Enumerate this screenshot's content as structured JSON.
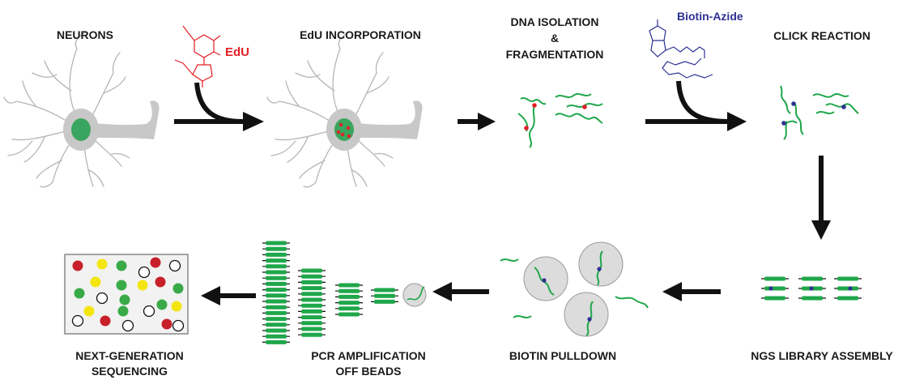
{
  "steps": {
    "neurons": "NEURONS",
    "edu_incorporation": "EdU INCORPORATION",
    "dna_isolation_1": "DNA ISOLATION",
    "dna_isolation_2": "&",
    "dna_isolation_3": "FRAGMENTATION",
    "click_reaction": "CLICK REACTION",
    "ngs_library": "NGS LIBRARY ASSEMBLY",
    "biotin_pulldown": "BIOTIN PULLDOWN",
    "pcr_1": "PCR AMPLIFICATION",
    "pcr_2": "OFF BEADS",
    "ngs_1": "NEXT-GENERATION",
    "ngs_2": "SEQUENCING"
  },
  "reagents": {
    "edu": "EdU",
    "biotin_azide": "Biotin-Azide"
  },
  "colors": {
    "dna_strand": "#1fa74a",
    "edu_mark": "#e31e24",
    "biotin_mark": "#2e3192",
    "neuron": "#c8c8c8",
    "nucleus": "#3aa55e",
    "arrow": "#111111",
    "bead": "#dcdcdc",
    "seq_red": "#c8202a",
    "seq_yellow": "#f4e511",
    "seq_green": "#3aaa49"
  }
}
